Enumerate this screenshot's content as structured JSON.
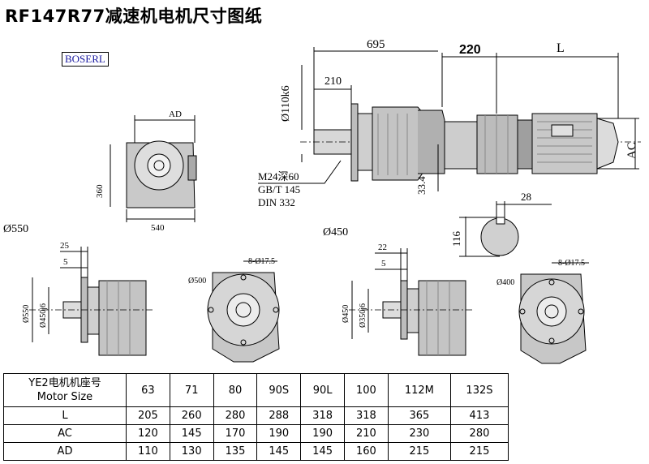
{
  "title": "RF147R77减速机电机尺寸图纸",
  "brand": "BOSERL",
  "labels": {
    "dim_695": "695",
    "dim_220": "220",
    "dim_L": "L",
    "dim_210": "210",
    "dim_shaft": "Ø110k6",
    "dim_AC": "AC",
    "dim_AD": "AD",
    "dim_360": "360",
    "dim_540": "540",
    "dim_33_4": "33.4",
    "dim_116": "116",
    "dim_28": "28",
    "note_m24": "M24深60",
    "note_gb": "GB/T 145",
    "note_din": "DIN 332",
    "flange_550": "Ø550",
    "flange_450": "Ø450",
    "dim_25": "25",
    "dim_5a": "5",
    "dim_22": "22",
    "dim_5b": "5",
    "dim_550_side": "Ø550",
    "dim_450j6": "Ø450j6",
    "dim_450_side": "Ø450",
    "dim_350j6": "Ø350j6",
    "dim_500": "Ø500",
    "dim_400": "Ø400",
    "holes_a": "8-Ø17.5",
    "holes_b": "8-Ø17.5"
  },
  "table": {
    "header": {
      "line1": "YE2电机机座号",
      "line2": "Motor Size"
    },
    "columns": [
      "63",
      "71",
      "80",
      "90S",
      "90L",
      "100",
      "112M",
      "132S"
    ],
    "rows": [
      {
        "label": "L",
        "values": [
          "205",
          "260",
          "280",
          "288",
          "318",
          "318",
          "365",
          "413"
        ]
      },
      {
        "label": "AC",
        "values": [
          "120",
          "145",
          "170",
          "190",
          "190",
          "210",
          "230",
          "280"
        ]
      },
      {
        "label": "AD",
        "values": [
          "110",
          "130",
          "135",
          "145",
          "145",
          "160",
          "215",
          "215"
        ]
      }
    ]
  }
}
